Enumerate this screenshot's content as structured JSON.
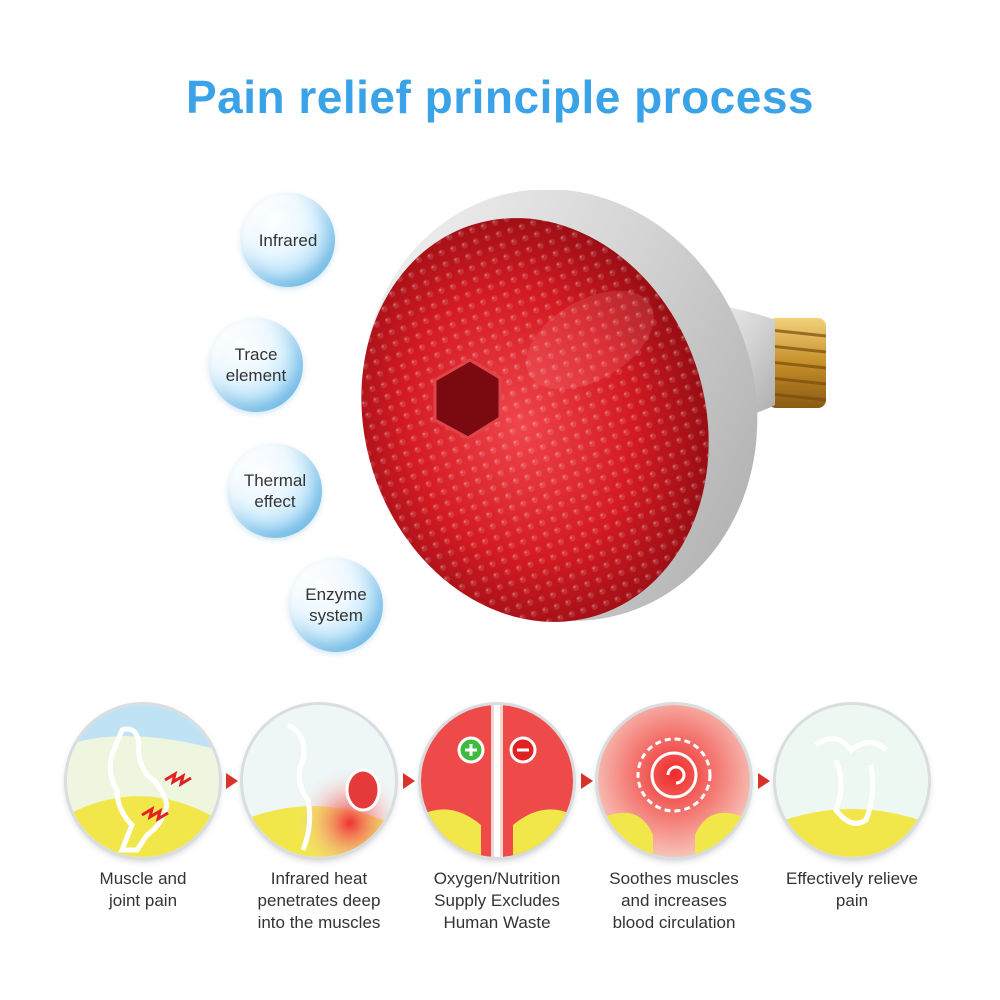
{
  "title": "Pain relief principle process",
  "colors": {
    "title": "#3aa3e8",
    "arrow": "#d8322a",
    "lamp": "#c8141b"
  },
  "features": [
    {
      "lines": [
        "Infrared"
      ]
    },
    {
      "lines": [
        "Trace",
        "element"
      ]
    },
    {
      "lines": [
        "Thermal",
        "effect"
      ]
    },
    {
      "lines": [
        "Enzyme",
        "system"
      ]
    }
  ],
  "steps": [
    {
      "icon": "muscle-pain-icon",
      "lines": [
        "Muscle and",
        "joint pain"
      ]
    },
    {
      "icon": "infrared-penetration-icon",
      "lines": [
        "Infrared heat",
        "penetrates deep",
        "into the muscles"
      ]
    },
    {
      "icon": "oxygen-exchange-icon",
      "lines": [
        "Oxygen/Nutrition",
        "Supply Excludes",
        "Human Waste"
      ]
    },
    {
      "icon": "blood-circulation-icon",
      "lines": [
        "Soothes muscles",
        "and increases",
        "blood circulation"
      ]
    },
    {
      "icon": "relief-icon",
      "lines": [
        "Effectively relieve",
        "pain"
      ]
    }
  ]
}
